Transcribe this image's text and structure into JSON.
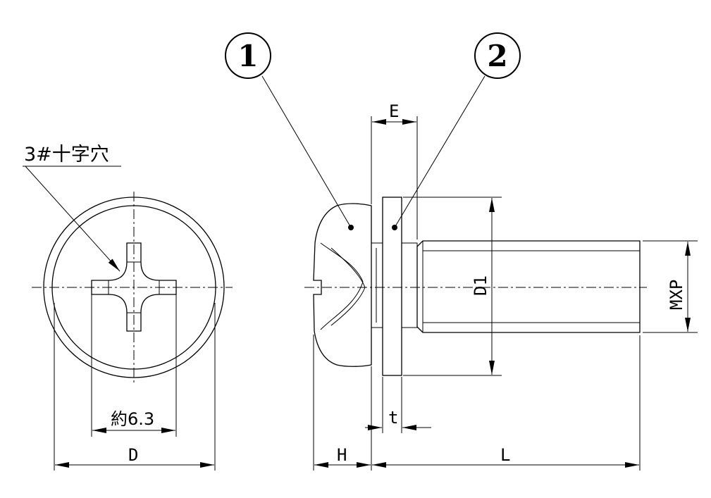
{
  "callouts": {
    "part1": "1",
    "part2": "2"
  },
  "labels": {
    "recess": "3#十字穴",
    "approx_width": "約6.3",
    "dim_D": "D",
    "dim_H": "H",
    "dim_L": "L",
    "dim_E": "E",
    "dim_t": "t",
    "dim_D1": "D1",
    "dim_MXP": "MXP"
  }
}
